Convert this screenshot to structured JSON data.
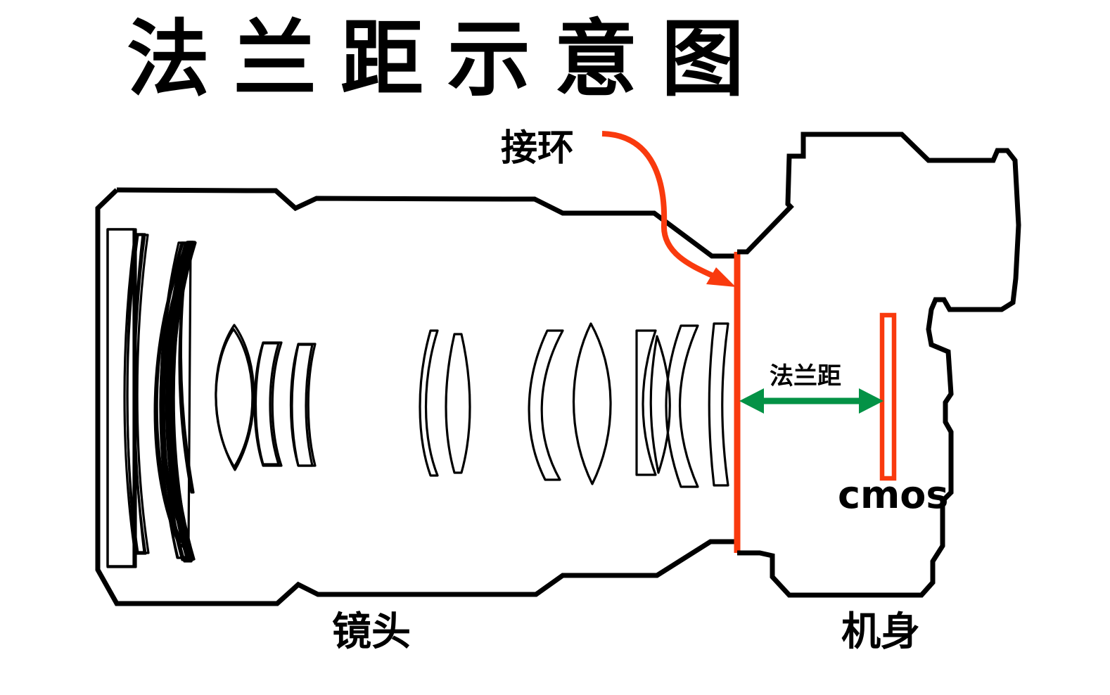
{
  "page": {
    "title": "法兰距示意图",
    "background_color": "#ffffff"
  },
  "colors": {
    "outline": "#000000",
    "mount_red": "#f93a0e",
    "sensor_red": "#f93a0e",
    "measure_green": "#049246"
  },
  "labels": {
    "title": "法兰距示意图",
    "mount_ring": "接环",
    "flange_distance": "法兰距",
    "sensor": "cmos",
    "lens": "镜头",
    "body": "机身"
  },
  "diagram": {
    "type": "technical-cross-section",
    "subject": "camera flange focal distance",
    "components": [
      {
        "name": "lens-barrel",
        "label": "镜头",
        "side": "left"
      },
      {
        "name": "lens-elements",
        "count": 13,
        "side": "left"
      },
      {
        "name": "mount-plane",
        "label": "接环",
        "color": "#f93a0e"
      },
      {
        "name": "camera-body",
        "label": "机身",
        "side": "right"
      },
      {
        "name": "image-sensor",
        "label": "cmos",
        "color": "#f93a0e"
      },
      {
        "name": "flange-distance-measure",
        "label": "法兰距",
        "color": "#049246"
      }
    ]
  }
}
